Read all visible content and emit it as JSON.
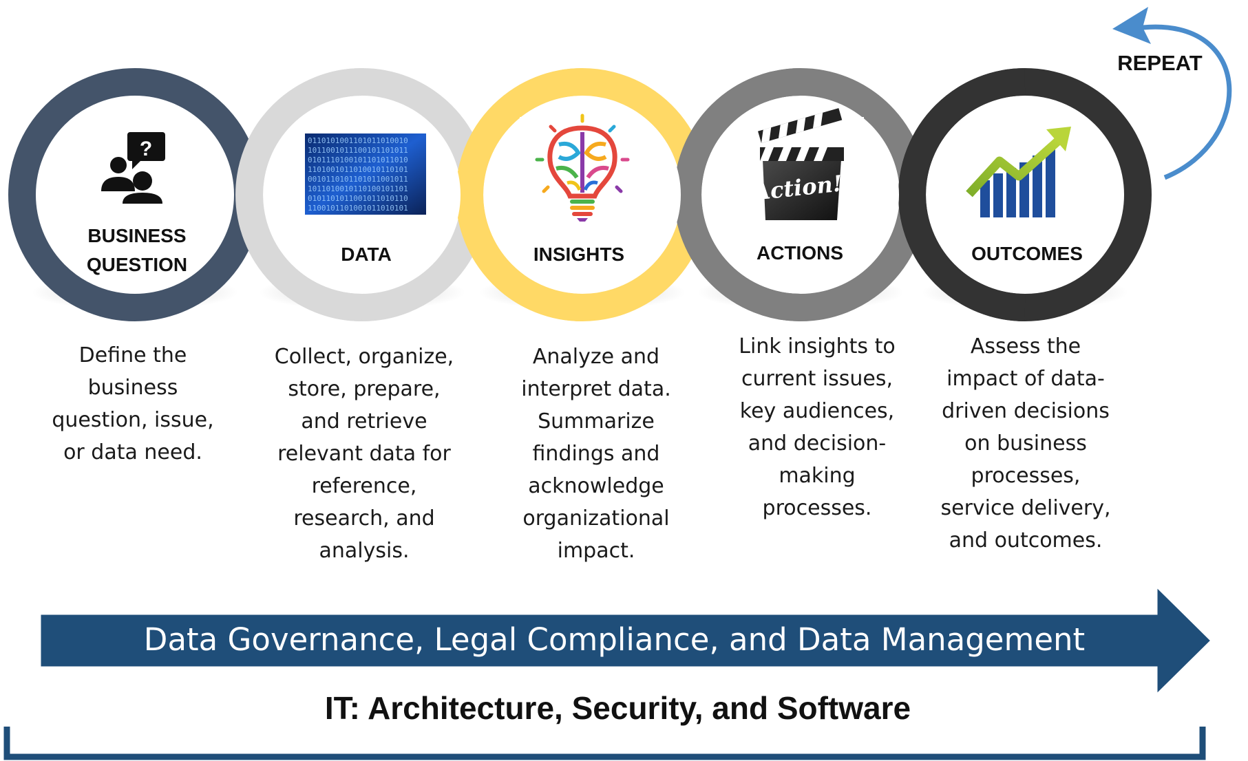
{
  "steps": [
    {
      "id": "business-question",
      "title_lines": [
        "BUSINESS",
        "QUESTION"
      ],
      "description": "Define the\nbusiness\nquestion, issue,\nor data need.",
      "ring_color": "#44546a",
      "icon": "people-question-icon"
    },
    {
      "id": "data",
      "title_lines": [
        "DATA"
      ],
      "description": "Collect, organize,\nstore, prepare,\nand retrieve\nrelevant data for\nreference,\nresearch, and\nanalysis.",
      "ring_color": "#d9d9d9",
      "icon": "binary-data-icon"
    },
    {
      "id": "insights",
      "title_lines": [
        "INSIGHTS"
      ],
      "description": "Analyze and\ninterpret data.\nSummarize\nfindings and\nacknowledge\norganizational\nimpact.",
      "ring_color": "#ffd966",
      "icon": "brain-lightbulb-icon"
    },
    {
      "id": "actions",
      "title_lines": [
        "ACTIONS"
      ],
      "description": "Link insights to\ncurrent issues,\nkey audiences,\nand decision-\nmaking\nprocesses.",
      "ring_color": "#808080",
      "icon": "clapperboard-icon",
      "icon_text": "Action!"
    },
    {
      "id": "outcomes",
      "title_lines": [
        "OUTCOMES"
      ],
      "description": "Assess the\nimpact of data-\ndriven decisions\non business\nprocesses,\nservice delivery,\nand outcomes.",
      "ring_color": "#333333",
      "icon": "growth-chart-icon"
    }
  ],
  "repeat": {
    "label": "REPEAT",
    "arrow_color": "#4a8ccc",
    "icon": "curved-arrow-icon"
  },
  "governance": {
    "label": "Data Governance, Legal Compliance, and Data Management",
    "color": "#1f4e79"
  },
  "it": {
    "label": "IT: Architecture, Security, and Software",
    "bracket_color": "#1f4e79"
  }
}
